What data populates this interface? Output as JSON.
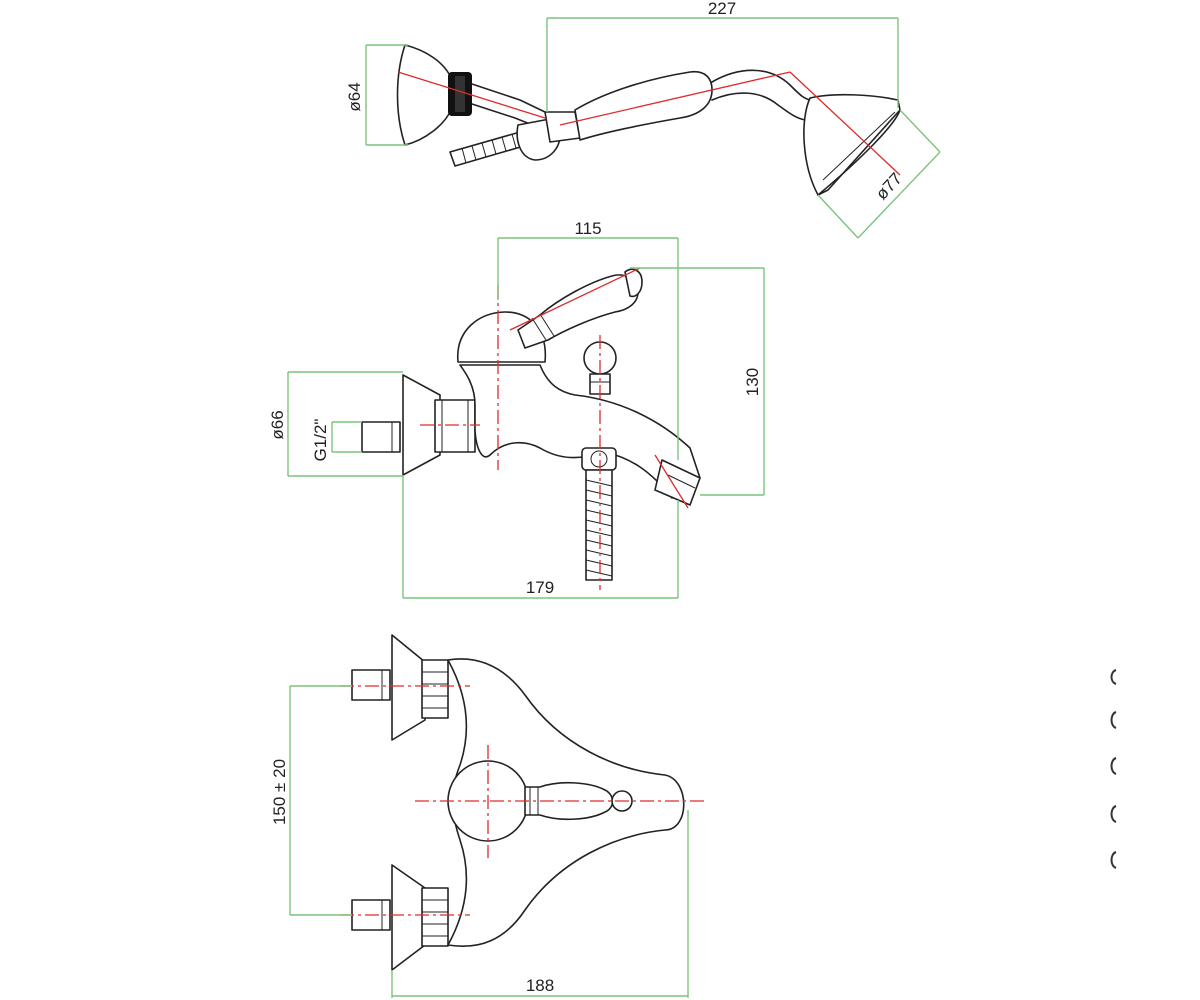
{
  "dimensions": {
    "shower_length": "227",
    "hand_shower_dia": "ø64",
    "shower_head_dia": "ø77",
    "top_width": "115",
    "height": "130",
    "flange_dia": "ø66",
    "inlet_thread": "G1/2\"",
    "depth": "179",
    "centers": "150 ± 20",
    "overall_width": "188"
  },
  "colors": {
    "outline": "#222222",
    "dimension_line": "#7cc47c",
    "center_line": "#e02a2a"
  }
}
